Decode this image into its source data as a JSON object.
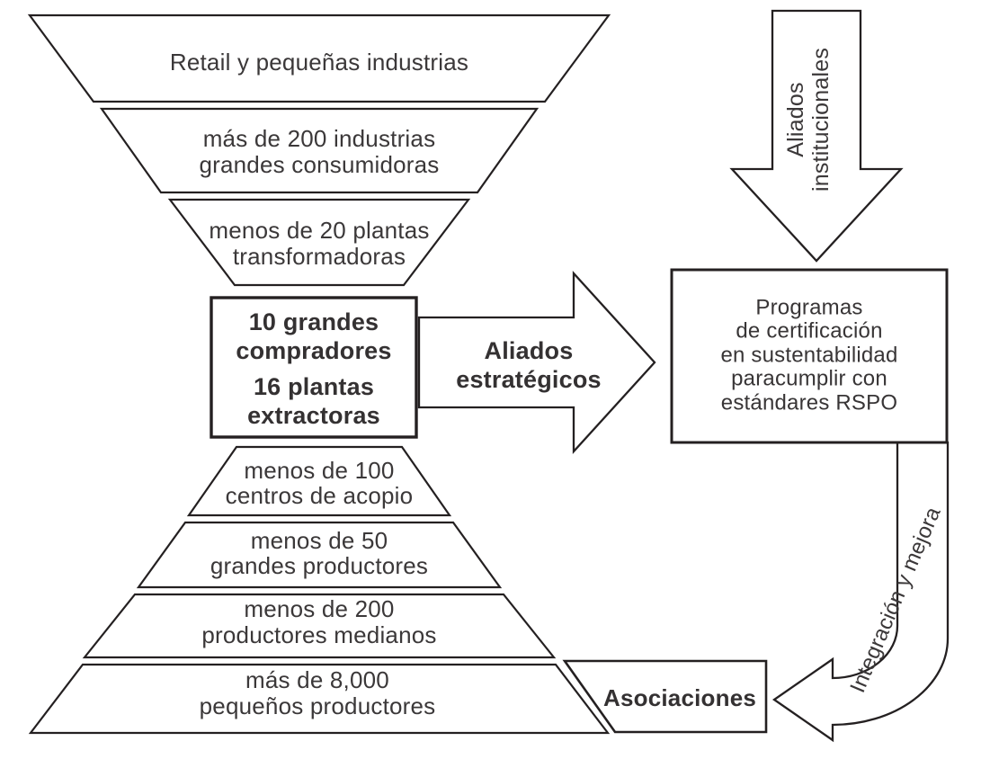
{
  "colors": {
    "line": "#242021",
    "text": "#3b3839",
    "background": "#ffffff"
  },
  "top_funnel": {
    "levels": [
      {
        "lines": [
          "Retail y pequeñas industrias"
        ]
      },
      {
        "lines": [
          "más de 200 industrias",
          "grandes consumidoras"
        ]
      },
      {
        "lines": [
          "menos de 20 plantas",
          "transformadoras"
        ]
      }
    ]
  },
  "core_box": {
    "lines": [
      "10 grandes",
      "compradores",
      "16 plantas",
      "extractoras"
    ]
  },
  "strategic_allies_arrow": {
    "lines": [
      "Aliados",
      "estratégicos"
    ]
  },
  "institutional_allies_arrow": {
    "lines": [
      "Aliados",
      "institucionales"
    ]
  },
  "certification_box": {
    "lines": [
      "Programas",
      "de certificación",
      "en sustentabilidad",
      "paracumplir con",
      "estándares RSPO"
    ]
  },
  "integration_arrow": {
    "label": "Integración y mejora"
  },
  "bottom_pyramid": {
    "levels": [
      {
        "lines": [
          "menos de 100",
          "centros de acopio"
        ]
      },
      {
        "lines": [
          "menos de 50",
          "grandes productores"
        ]
      },
      {
        "lines": [
          "menos de 200",
          "productores medianos"
        ]
      },
      {
        "lines": [
          "más de 8,000",
          "pequeños productores"
        ]
      }
    ]
  },
  "associations_box": {
    "label": "Asociaciones"
  }
}
